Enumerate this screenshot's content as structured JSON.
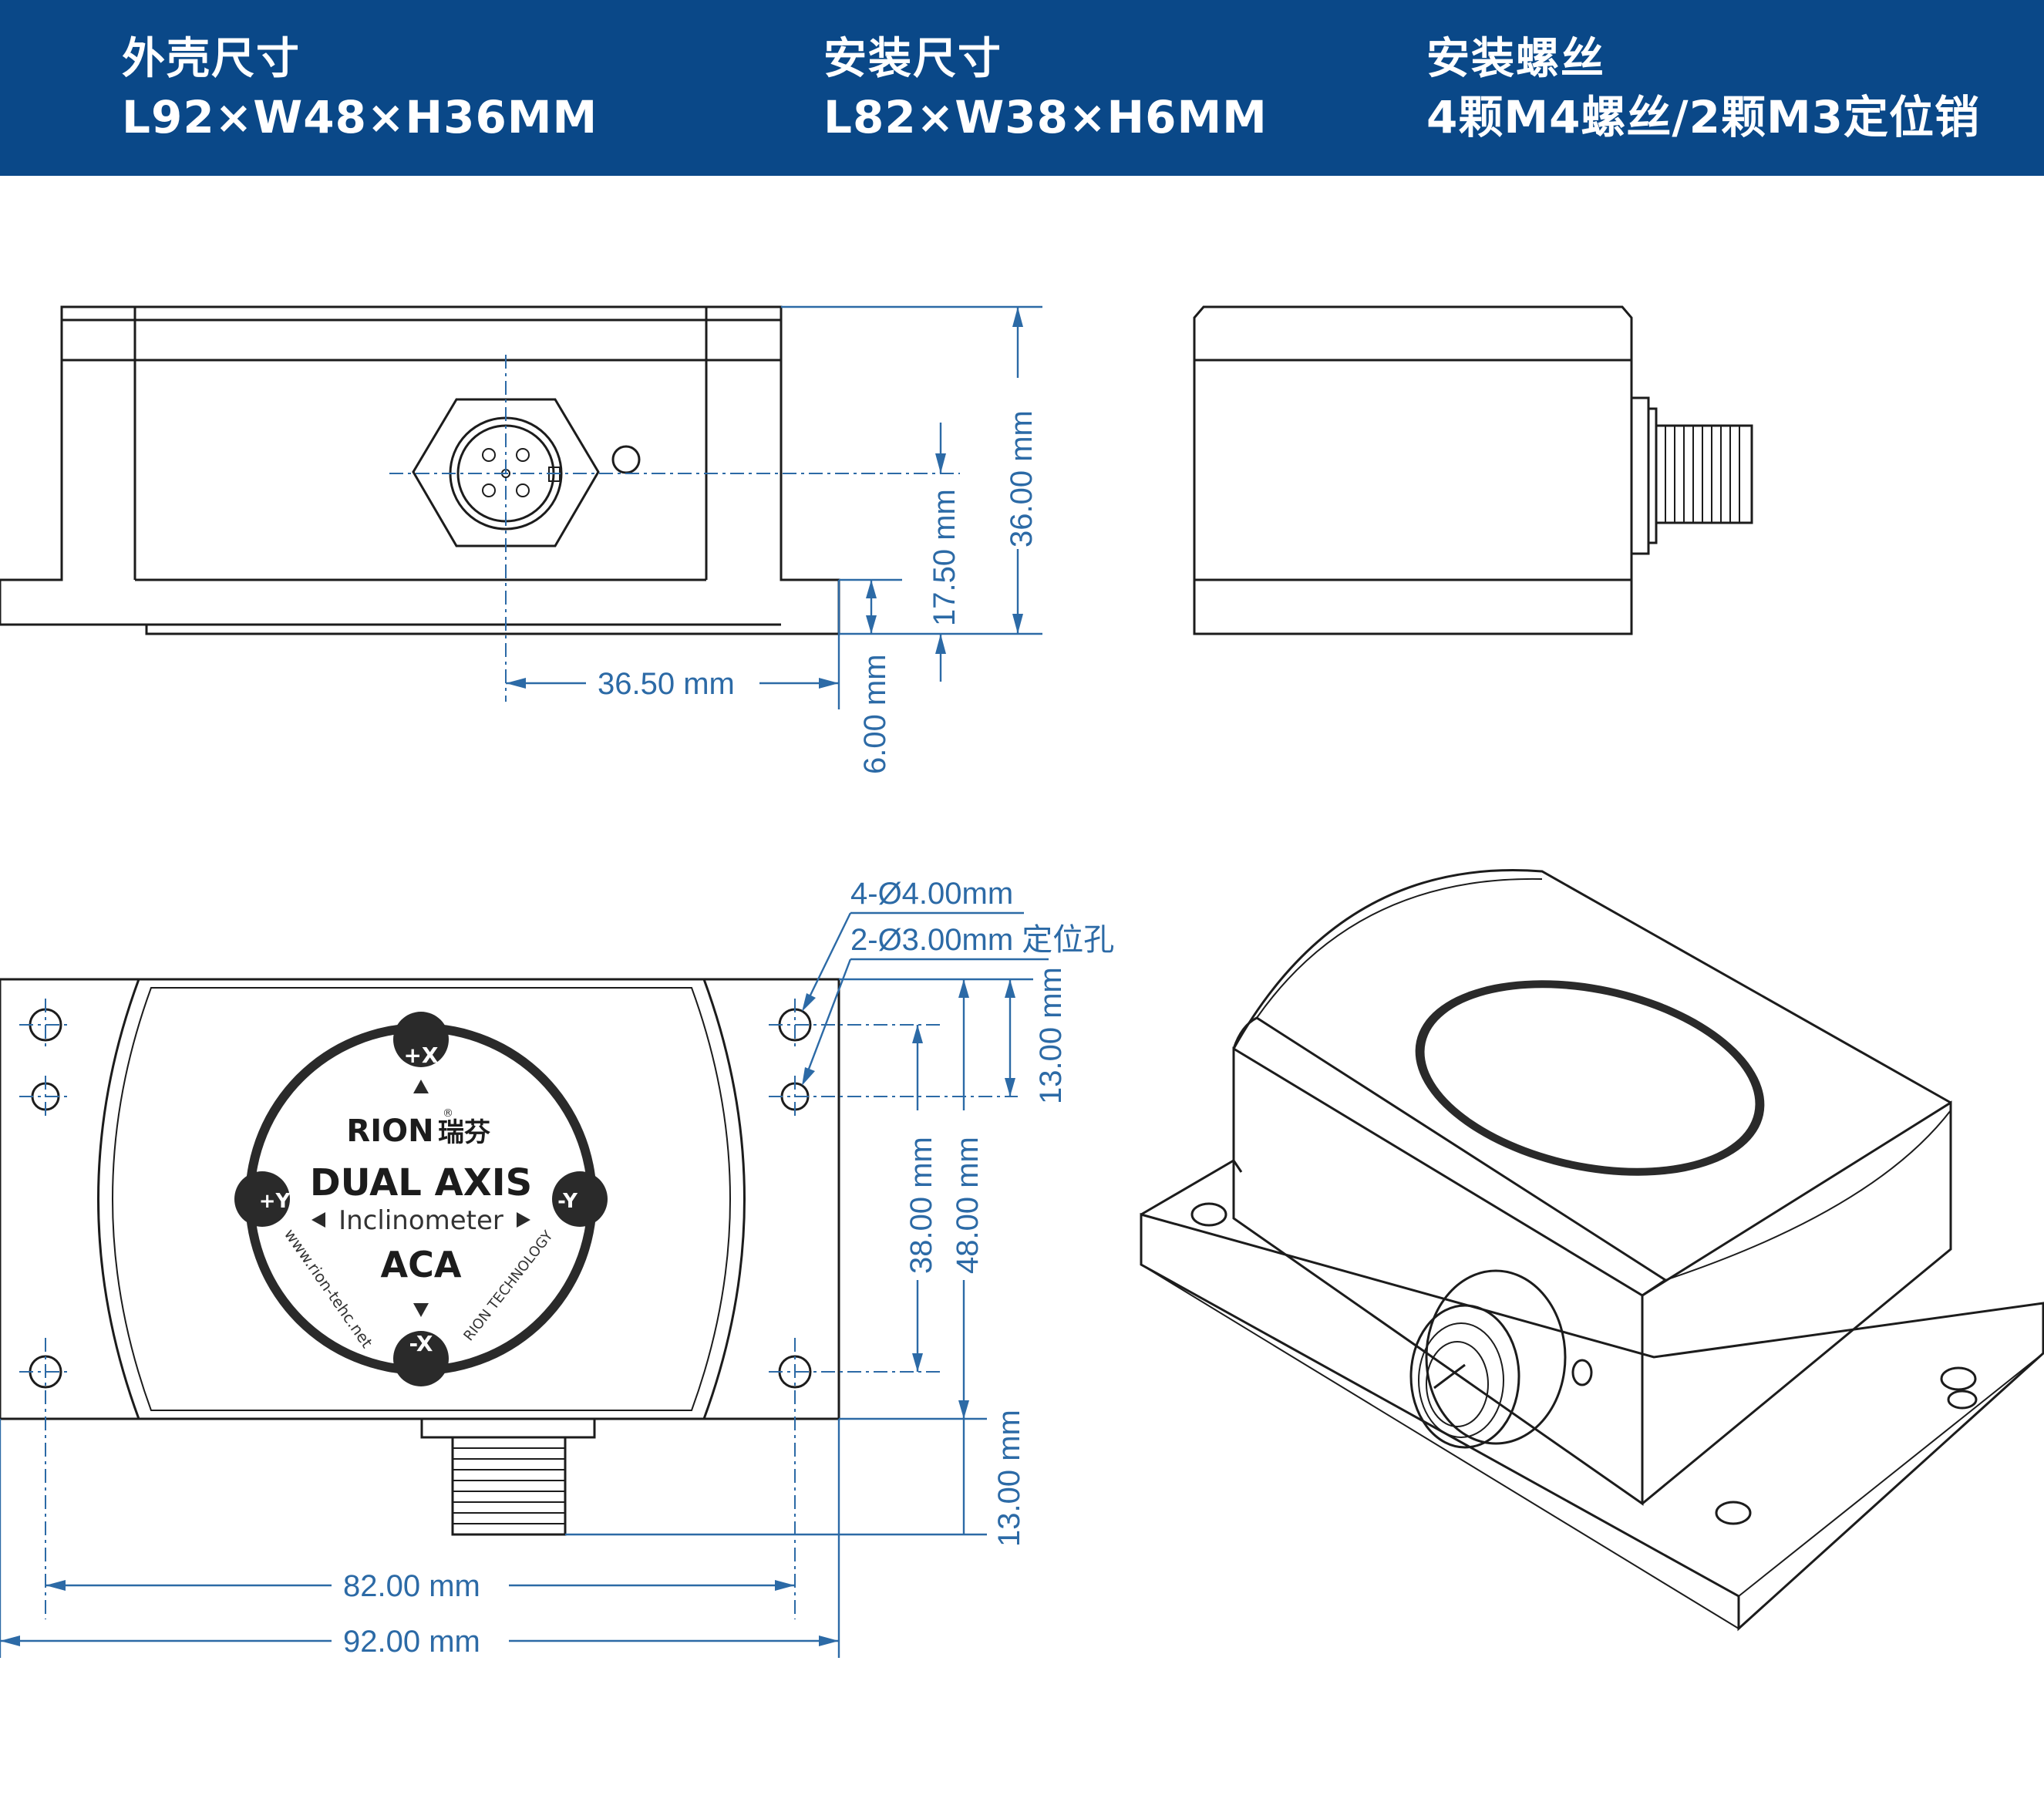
{
  "header": {
    "specs": [
      {
        "label": "外壳尺寸",
        "value": "L92×W48×H36MM"
      },
      {
        "label": "安装尺寸",
        "value": "L82×W38×H6MM"
      },
      {
        "label": "安装螺丝",
        "value": "4颗M4螺丝/2颗M3定位销"
      }
    ]
  },
  "front_view": {
    "dims": {
      "height": "36.00 mm",
      "center_height": "17.50 mm",
      "flange": "6.00 mm",
      "offset": "36.50 mm"
    }
  },
  "top_view": {
    "dims": {
      "holes_m4": "4-Ø4.00mm",
      "holes_pin": "2-Ø3.00mm 定位孔",
      "hole_top": "13.00 mm",
      "hole_span": "38.00 mm",
      "width": "48.00 mm",
      "connector": "13.00 mm",
      "hole_length": "82.00 mm",
      "length": "92.00 mm"
    }
  },
  "label": {
    "plus_x": "+X",
    "minus_x": "-X",
    "plus_y": "+Y",
    "minus_y": "-Y",
    "brand": "RION",
    "brand_cn": "瑞芬",
    "registered": "®",
    "title": "DUAL AXIS",
    "subtitle": "Inclinometer",
    "model": "ACA",
    "website": "www.rion-tehc.net",
    "company": "RION TECHNOLOGY"
  }
}
